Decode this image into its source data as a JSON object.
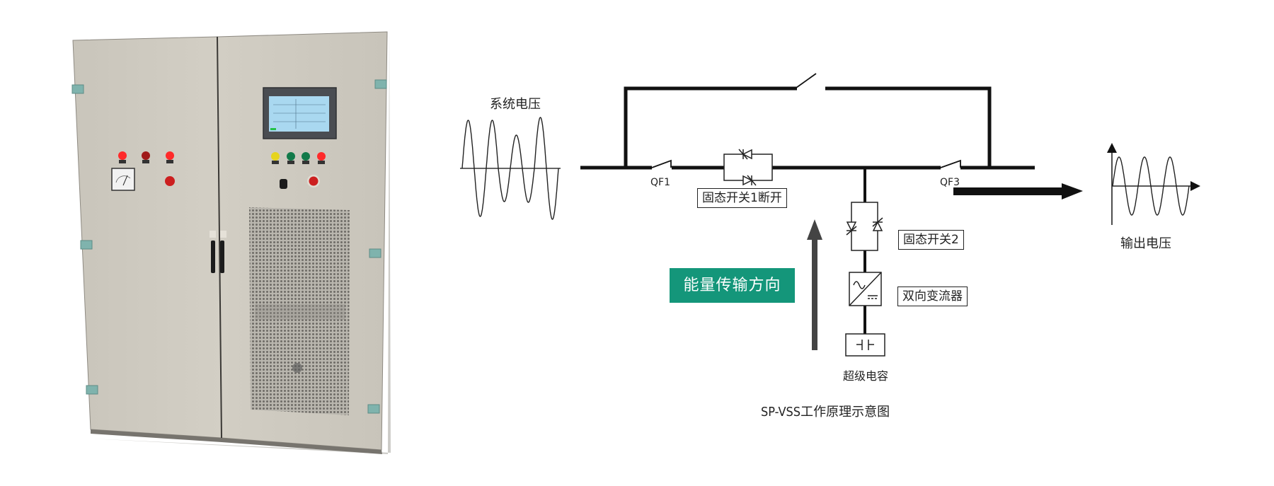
{
  "photo": {
    "subject": "SP-VSS equipment cabinet",
    "indicator_lights_left": [
      "red",
      "dark-red",
      "red"
    ],
    "indicator_lights_right": [
      "yellow",
      "green",
      "green",
      "red"
    ],
    "colors": {
      "cabinet": "#cfcbc1",
      "hinge": "#7fb3ad",
      "screen": "#a9d8f0"
    }
  },
  "diagram": {
    "title": "SP-VSS工作原理示意图",
    "input_waveform_label": "系统电压",
    "output_waveform_label": "输出电压",
    "breakers": {
      "qf1": "QF1",
      "qf3": "QF3"
    },
    "ss1_label": "固态开关1断开",
    "ss2_label": "固态开关2",
    "converter_label": "双向变流器",
    "supercap_label": "超级电容",
    "energy_tag": "能量传输方向",
    "colors": {
      "line": "#111111",
      "energy_tag_bg": "#14967a",
      "energy_arrow": "#444444"
    }
  }
}
